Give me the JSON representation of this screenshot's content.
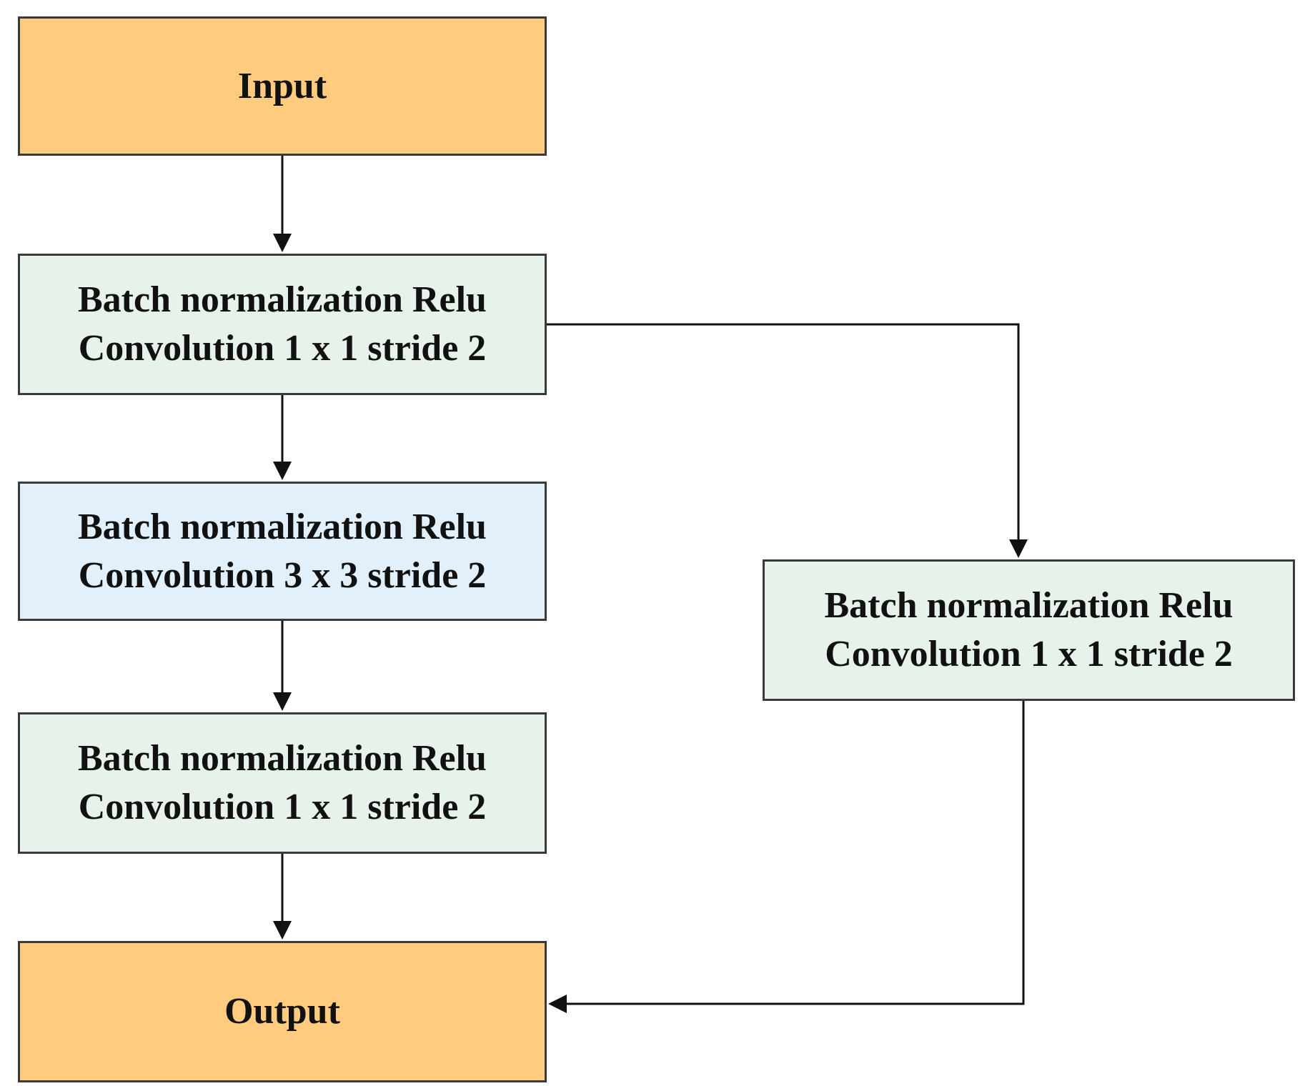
{
  "nodes": {
    "input": {
      "label": "Input",
      "fill": "#FFCC7F"
    },
    "conv1": {
      "line1": "Batch normalization Relu",
      "line2": "Convolution 1 x 1 stride 2",
      "fill": "#E6F2EA"
    },
    "conv3": {
      "line1": "Batch normalization Relu",
      "line2": "Convolution 3 x 3 stride 2",
      "fill": "#E2F0FB"
    },
    "conv1b": {
      "line1": "Batch normalization Relu",
      "line2": "Convolution 1 x 1 stride 2",
      "fill": "#E6F2EA"
    },
    "shortcut": {
      "line1": "Batch normalization Relu",
      "line2": "Convolution 1 x 1 stride 2",
      "fill": "#E6F2EA"
    },
    "output": {
      "label": "Output",
      "fill": "#FFCC7F"
    }
  },
  "edges": [
    {
      "from": "input",
      "to": "conv1"
    },
    {
      "from": "conv1",
      "to": "conv3"
    },
    {
      "from": "conv3",
      "to": "conv1b"
    },
    {
      "from": "conv1b",
      "to": "output"
    },
    {
      "from": "conv1",
      "to": "shortcut"
    },
    {
      "from": "shortcut",
      "to": "output"
    }
  ],
  "colors": {
    "border": "#3A3A3A",
    "edge": "#111111"
  }
}
